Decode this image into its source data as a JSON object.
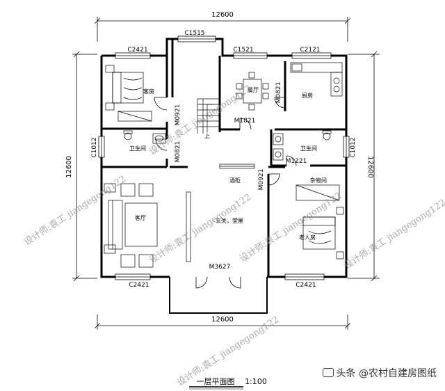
{
  "dimensions": {
    "top": "12600",
    "bottom": "12600",
    "left": "12600",
    "right": "12600"
  },
  "windows": {
    "top_left": "C2421",
    "stair": "C1515",
    "dining": "C1521",
    "kitchen": "C2121",
    "bottom_left": "C2421",
    "bottom_right": "C2421",
    "left_bath": "C1012",
    "right_bath": "C1012"
  },
  "doors": {
    "guest_room": "M0921",
    "left_bath": "M0821",
    "dining": "M1821",
    "kitchen": "M0821",
    "right_bath": "M1221",
    "storage": "M0921",
    "entrance": "M3627"
  },
  "rooms": {
    "guest_room": "客房",
    "left_bath": "卫生间",
    "dining": "餐厅",
    "kitchen": "厨房",
    "right_bath": "卫生间",
    "living": "客厅",
    "foyer": "玄关，堂屋",
    "cabinet": "酒柜",
    "storage": "杂物间",
    "elder_room": "老人房",
    "stair_up": "上"
  },
  "watermarks": [
    "设计师:袁工 jiangegong122",
    "设计师:袁工 jiangegong122",
    "设计师:袁工 jiangegong122",
    "设计师:袁工 jiangegong122",
    "设计师:袁工 jiangegong122",
    "设计师:袁工 jiangegong122"
  ],
  "title": "一层平面图",
  "scale": "1:100",
  "credit": "头条 @农村自建房图纸"
}
